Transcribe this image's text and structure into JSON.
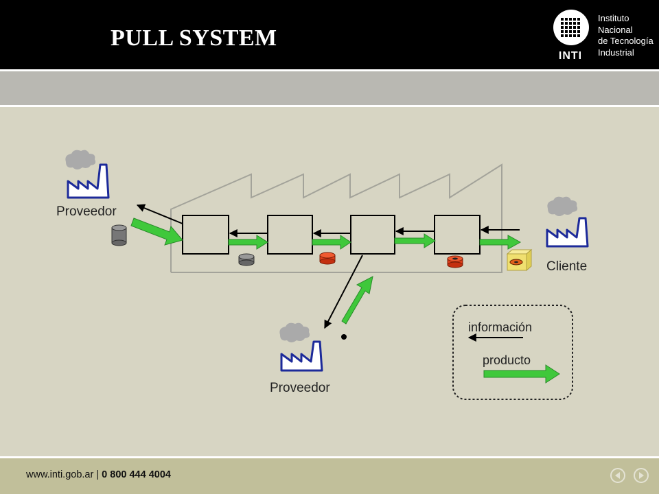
{
  "header": {
    "title": "PULL SYSTEM",
    "logo": {
      "acronym": "INTI",
      "name_lines": [
        "Instituto",
        "Nacional",
        "de Tecnología",
        "Industrial"
      ]
    }
  },
  "diagram": {
    "supplier_top_label": "Proveedor",
    "supplier_bottom_label": "Proveedor",
    "client_label": "Cliente",
    "legend": {
      "info_label": "información",
      "product_label": "producto"
    },
    "colors": {
      "information_arrow": "#000000",
      "product_arrow": "#3fc83b",
      "factory_icon": "#1c2a9a",
      "smoke": "#aaaaaa",
      "kanban_gray": "#777777",
      "kanban_red": "#e0401b",
      "client_box": "#f0e070"
    }
  },
  "footer": {
    "url": "www.inti.gob.ar | ",
    "phone": "0 800 444 4004"
  },
  "nav": {
    "prev_icon": "circle-left-arrow",
    "next_icon": "circle-right-arrow"
  }
}
